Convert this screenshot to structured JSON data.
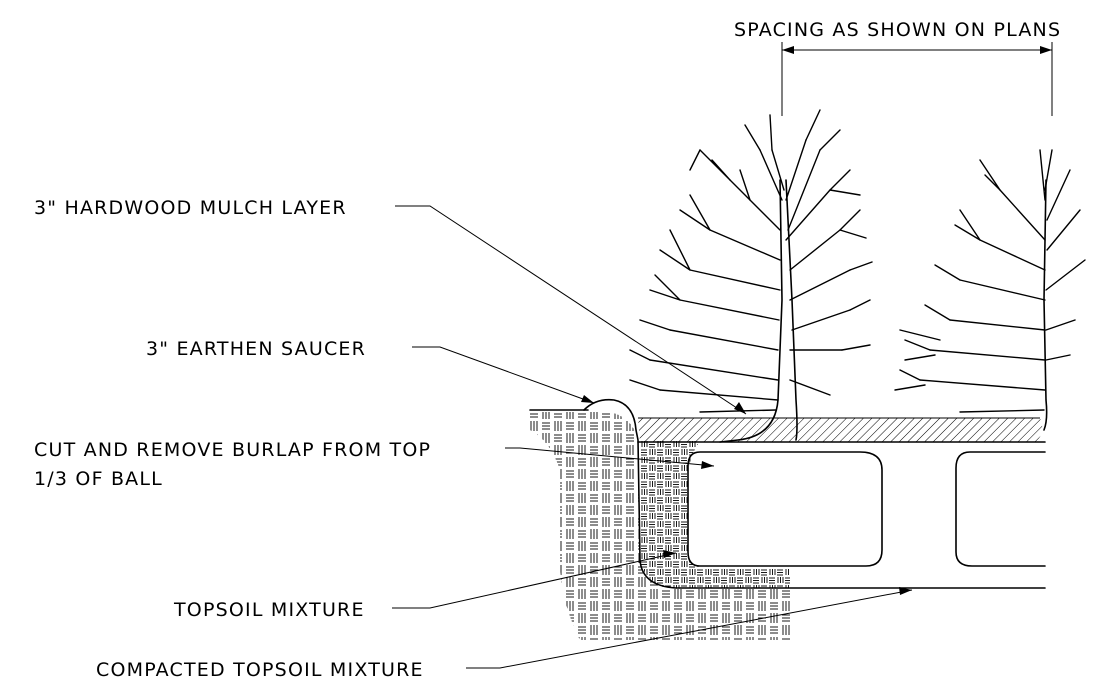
{
  "labels": {
    "spacing": "SPACING AS SHOWN ON PLANS",
    "mulch": "3\" HARDWOOD MULCH LAYER",
    "saucer": "3\" EARTHEN SAUCER",
    "burlap_line1": "CUT AND REMOVE BURLAP FROM TOP",
    "burlap_line2": "1/3 OF BALL",
    "topsoil": "TOPSOIL MIXTURE",
    "compacted": "COMPACTED TOPSOIL MIXTURE"
  }
}
